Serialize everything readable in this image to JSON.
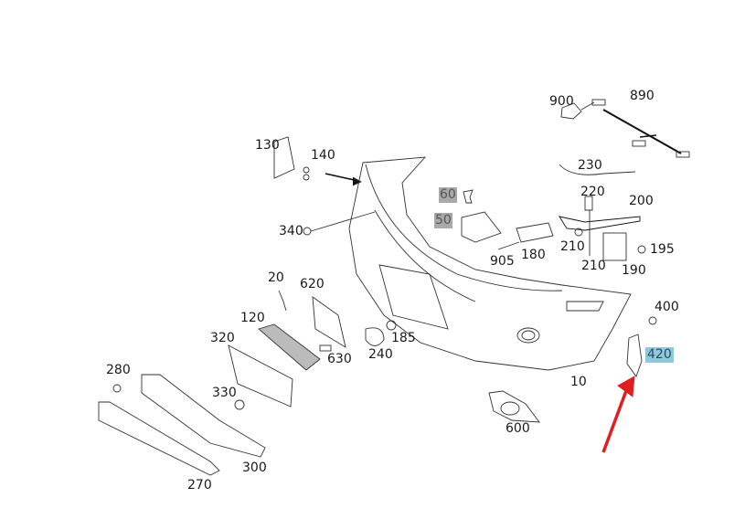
{
  "diagram": {
    "labels": {
      "p900": "900",
      "p890": "890",
      "p130": "130",
      "p140": "140",
      "p230": "230",
      "p60": "60",
      "p220": "220",
      "p200": "200",
      "p50": "50",
      "p340": "340",
      "p180": "180",
      "p905": "905",
      "p210a": "210",
      "p195": "195",
      "p210b": "210",
      "p190": "190",
      "p20": "20",
      "p620": "620",
      "p120": "120",
      "p400": "400",
      "p320": "320",
      "p185": "185",
      "p420": "420",
      "p240": "240",
      "p630": "630",
      "p280": "280",
      "p10": "10",
      "p330": "330",
      "p600": "600",
      "p300": "300",
      "p270": "270"
    },
    "highlight_colors": {
      "gray": "#a9a9a9",
      "blue": "#8fc8dc",
      "arrow": "#e02020"
    }
  }
}
